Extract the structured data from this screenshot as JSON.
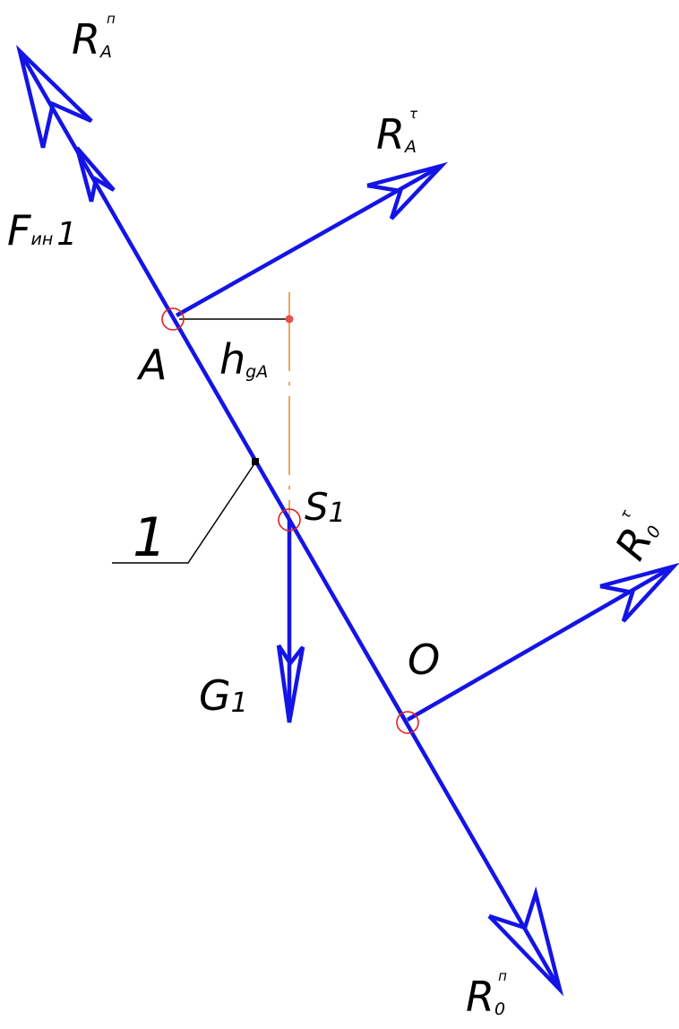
{
  "colors": {
    "force": "#1414e6",
    "joint": "#e02020",
    "link": "#000000",
    "axis": "#e8891c",
    "point_mark": "#e85050"
  },
  "labels": {
    "RAn": {
      "main": "R",
      "sub": "A",
      "sup": "п"
    },
    "RAt": {
      "main": "R",
      "sub": "A",
      "sup": "τ"
    },
    "Fin": {
      "main": "F",
      "sub": "ин",
      "tail": "1"
    },
    "A": "A",
    "hgA": {
      "main": "h",
      "sub": "gA"
    },
    "S1": {
      "main": "S",
      "sub": "1"
    },
    "one": "1",
    "G1": {
      "main": "G",
      "sub": "1"
    },
    "O": "O",
    "R0t": {
      "main": "R",
      "sub": "0",
      "sup": "τ"
    },
    "R0n": {
      "main": "R",
      "sub": "0",
      "sup": "п"
    }
  }
}
